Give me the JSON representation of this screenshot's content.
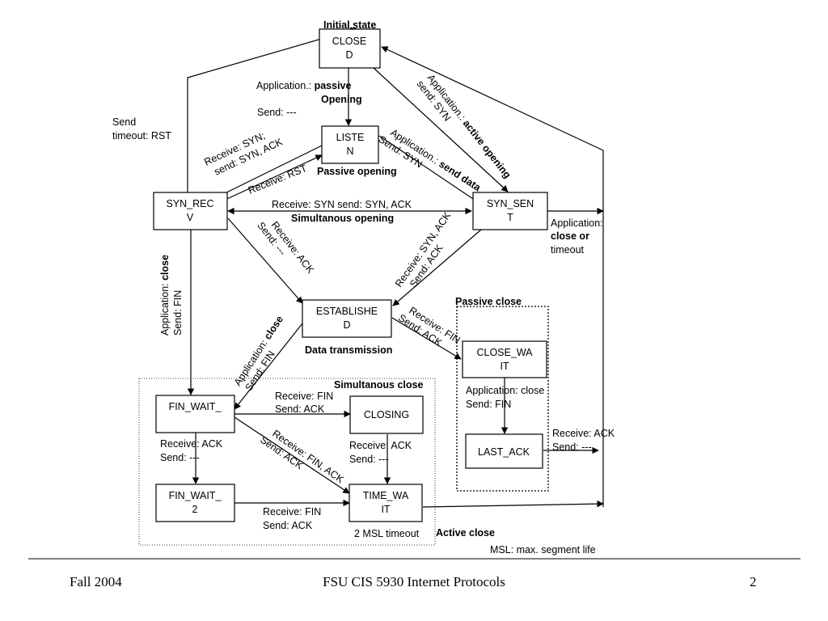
{
  "states": {
    "closed": [
      "CLOSE",
      "D"
    ],
    "listen": [
      "LISTE",
      "N"
    ],
    "syn_recv": [
      "SYN_REC",
      "V"
    ],
    "syn_sent": [
      "SYN_SEN",
      "T"
    ],
    "established": [
      "ESTABLISHE",
      "D"
    ],
    "close_wait": [
      "CLOSE_WA",
      "IT"
    ],
    "last_ack": "LAST_ACK",
    "fin_wait_1": "FIN_WAIT_",
    "fin_wait_2": [
      "FIN_WAIT_",
      "2"
    ],
    "closing": "CLOSING",
    "time_wait": [
      "TIME_WA",
      "IT"
    ]
  },
  "labels": {
    "initial_state": "Initial state",
    "passive_open_prefix": "Application.: ",
    "passive_open_bold1": "passive",
    "passive_open_bold2": "Opening",
    "passive_open_send": "Send:   ---",
    "send_timeout_1": "Send",
    "send_timeout_2": "timeout: RST",
    "recv_syn_1": "Receive: SYN;",
    "recv_syn_2": "send: SYN, ACK",
    "recv_rst": "Receive: RST",
    "passive_opening": "Passive opening",
    "send_data_prefix": "Application.: ",
    "send_data_bold": "send data",
    "send_data_2": "Send: SYN",
    "active_open_prefix": "Application.: ",
    "active_open_bold": "active opening",
    "active_open_2": "send: SYN",
    "simul_open_1": "Receive: SYN send: SYN, ACK",
    "simul_open_2": "Simultanous opening",
    "app_close_1": "Application:",
    "app_close_2": "close or",
    "app_close_3": "timeout",
    "recv_ack_1": "Receive: ACK",
    "recv_ack_2": "Send: ---",
    "recv_synack_1": "Receive: SYN, ACK",
    "recv_synack_2": "Send: ACK",
    "synrecv_close_prefix": "Application:  ",
    "synrecv_close_bold": "close",
    "synrecv_close_2": "Send:   FIN",
    "est_close_prefix": "Application: ",
    "est_close_bold": "close",
    "est_close_2": "Send: FIN",
    "data_transmission": "Data transmission",
    "passive_close": "Passive close",
    "recv_fin_1": "Receive: FIN",
    "recv_fin_2": "Send: ACK",
    "cw_close_1": "Application:  close",
    "cw_close_2": "Send:   FIN",
    "la_ack_1": "Receive: ACK",
    "la_ack_2": "Send: ---",
    "simultanous_close": "Simultanous close",
    "fw1_fin_1": "Receive:  FIN",
    "fw1_fin_2": "Send:  ACK",
    "fw1_ack_1": "Receive:    ACK",
    "fw1_ack_2": "Send:  ---",
    "closing_ack_1": "Receive:     ACK",
    "closing_ack_2": "Send:  ---",
    "finack_1": "Receive: FIN, ACK",
    "finack_2": "Send: ACK",
    "fw2_fin_1": "Receive:  FIN",
    "fw2_fin_2": "Send:  ACK",
    "msl_timeout": "2 MSL timeout",
    "active_close": "Active close",
    "msl_note": "MSL: max. segment life"
  },
  "footer": {
    "left": "Fall 2004",
    "center": "FSU CIS 5930 Internet Protocols",
    "right": "2"
  }
}
